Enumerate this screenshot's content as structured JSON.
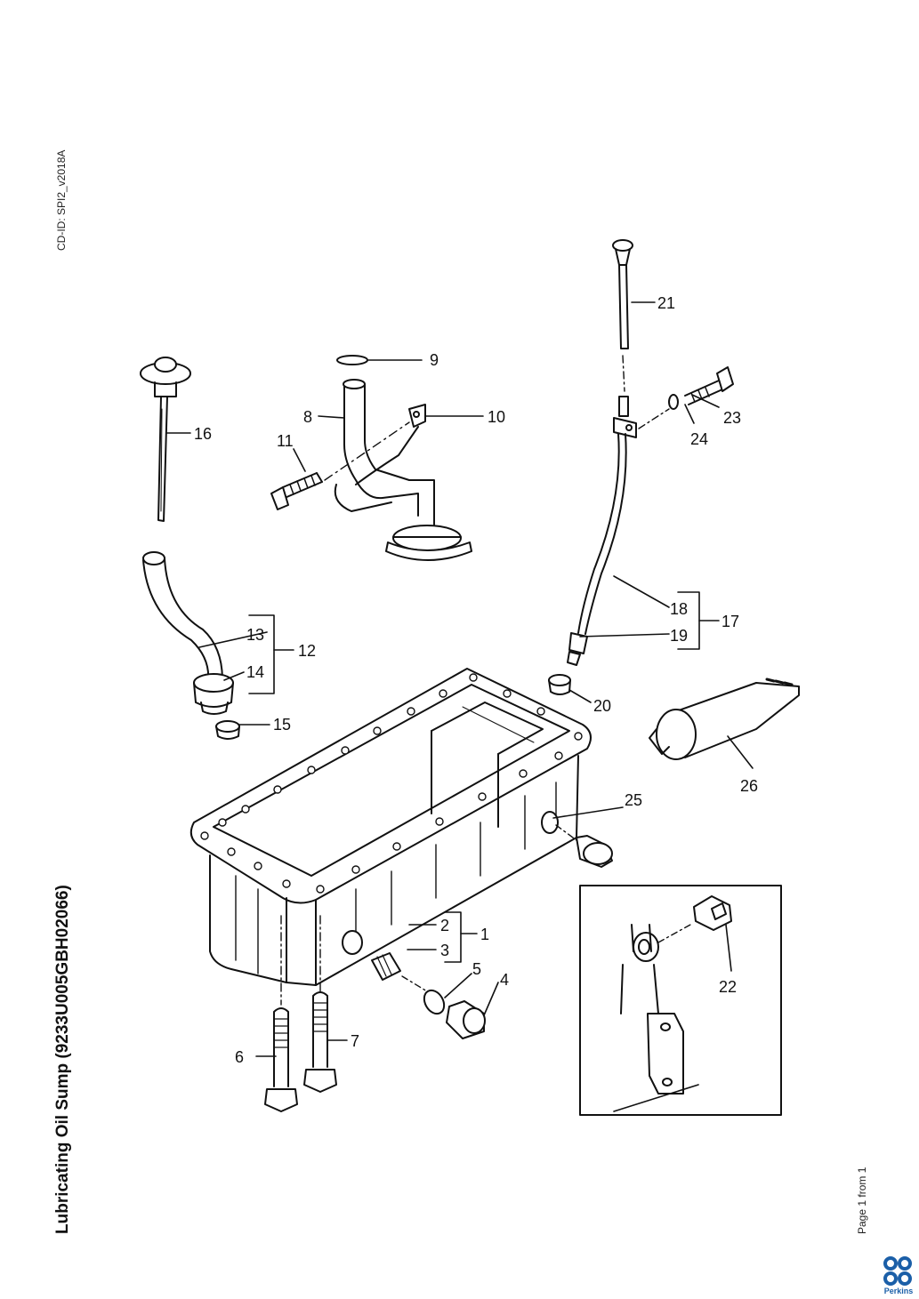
{
  "document": {
    "title": "Lubricating Oil Sump (9233U005GBH02066)",
    "cd_id": "CD-ID: SPI2_v2018A",
    "page_label": "Page 1 from 1",
    "brand": "Perkins"
  },
  "callouts": {
    "c1": "1",
    "c2": "2",
    "c3": "3",
    "c4": "4",
    "c5": "5",
    "c6": "6",
    "c7": "7",
    "c8": "8",
    "c9": "9",
    "c10": "10",
    "c11": "11",
    "c12": "12",
    "c13": "13",
    "c14": "14",
    "c15": "15",
    "c16": "16",
    "c17": "17",
    "c18": "18",
    "c19": "19",
    "c20": "20",
    "c21": "21",
    "c22": "22",
    "c23": "23",
    "c24": "24",
    "c25": "25",
    "c26": "26"
  },
  "colors": {
    "line": "#111111",
    "brand_blue": "#1b5fa8"
  }
}
